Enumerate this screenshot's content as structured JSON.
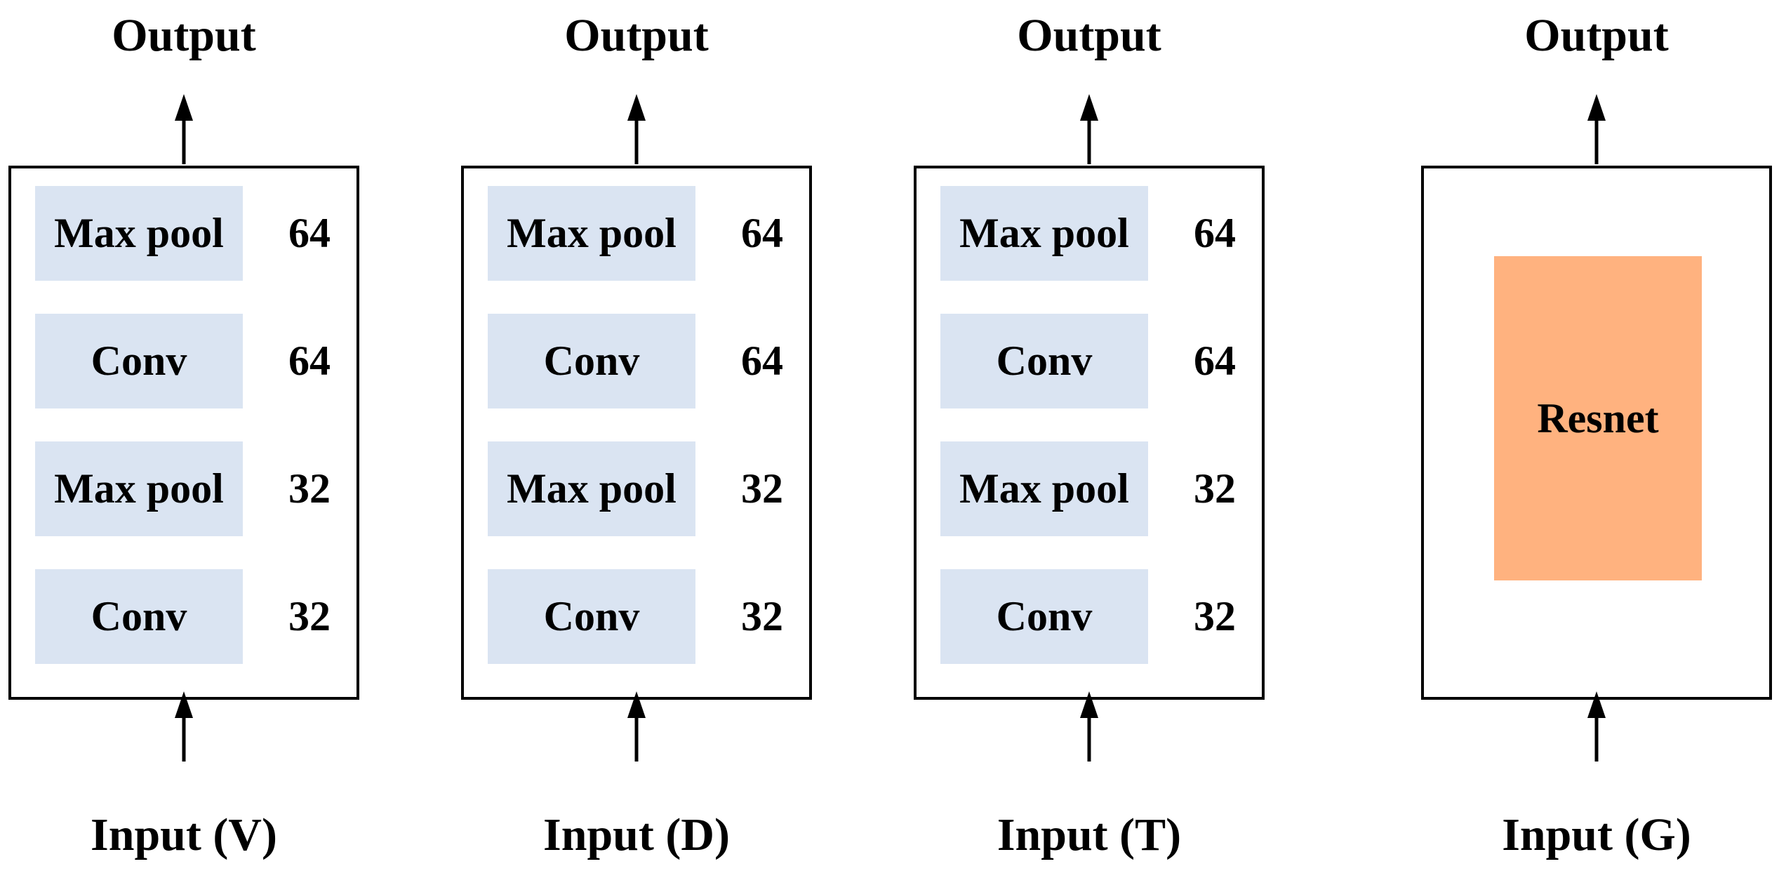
{
  "branches": [
    {
      "output_label": "Output",
      "input_label": "Input (V)",
      "layers": [
        {
          "name": "Max pool",
          "size": "64"
        },
        {
          "name": "Conv",
          "size": "64"
        },
        {
          "name": "Max pool",
          "size": "32"
        },
        {
          "name": "Conv",
          "size": "32"
        }
      ]
    },
    {
      "output_label": "Output",
      "input_label": "Input (D)",
      "layers": [
        {
          "name": "Max pool",
          "size": "64"
        },
        {
          "name": "Conv",
          "size": "64"
        },
        {
          "name": "Max pool",
          "size": "32"
        },
        {
          "name": "Conv",
          "size": "32"
        }
      ]
    },
    {
      "output_label": "Output",
      "input_label": "Input (T)",
      "layers": [
        {
          "name": "Max pool",
          "size": "64"
        },
        {
          "name": "Conv",
          "size": "64"
        },
        {
          "name": "Max pool",
          "size": "32"
        },
        {
          "name": "Conv",
          "size": "32"
        }
      ]
    },
    {
      "output_label": "Output",
      "input_label": "Input (G)",
      "backbone": "Resnet"
    }
  ],
  "colors": {
    "layer_fill": "#dae4f2",
    "backbone_fill": "#ffb27f",
    "stroke": "#000000"
  }
}
